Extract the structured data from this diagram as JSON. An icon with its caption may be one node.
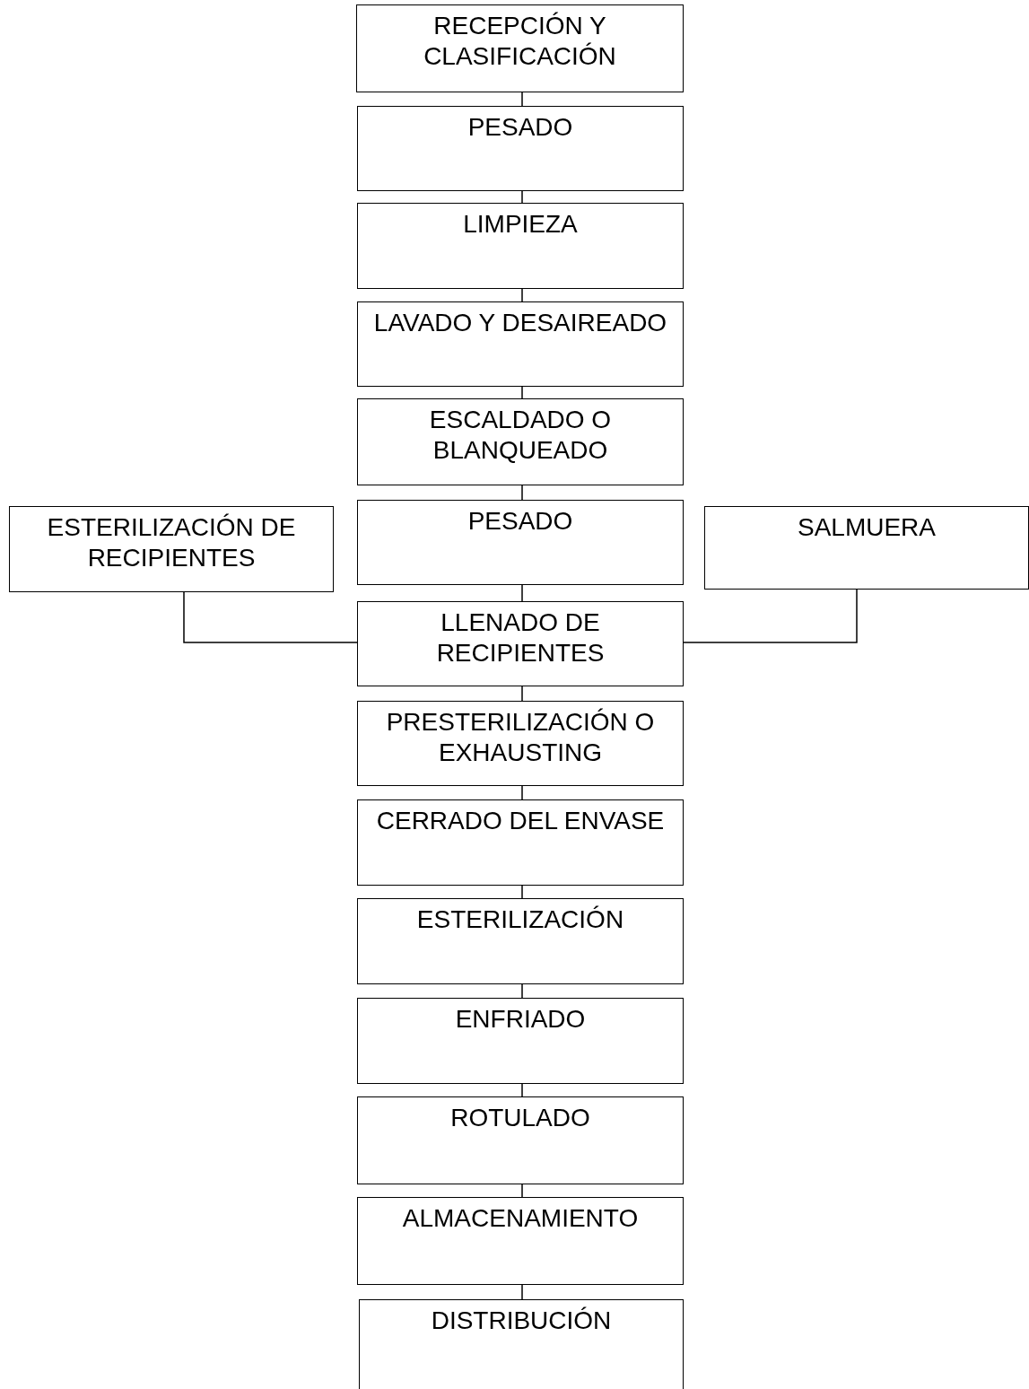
{
  "diagram": {
    "nodes": [
      {
        "text": [
          "RECEPCIÓN Y CLASIFICACIÓN"
        ]
      },
      {
        "text": [
          "PESADO"
        ]
      },
      {
        "text": [
          "LIMPIEZA"
        ]
      },
      {
        "text": [
          "LAVADO Y DESAIREADO"
        ]
      },
      {
        "text": [
          "ESCALDADO O BLANQUEADO"
        ]
      },
      {
        "text": [
          "PESADO"
        ]
      },
      {
        "text": [
          "ESTERILIZACIÓN DE RECIPIENTES"
        ]
      },
      {
        "text": [
          "SALMUERA"
        ]
      },
      {
        "text": [
          "LLENADO DE RECIPIENTES"
        ]
      },
      {
        "text": [
          "PRESTERILIZACIÓN O EXHAUSTING"
        ]
      },
      {
        "text": [
          "CERRADO DEL ENVASE"
        ]
      },
      {
        "text": [
          "ESTERILIZACIÓN"
        ]
      },
      {
        "text": [
          "ENFRIADO"
        ]
      },
      {
        "text": [
          "ROTULADO"
        ]
      },
      {
        "text": [
          "ALMACENAMIENTO"
        ]
      },
      {
        "text": [
          "DISTRIBUCIÓN"
        ]
      }
    ],
    "edges": [
      {
        "from": 0,
        "to": 1,
        "arrow": "none"
      },
      {
        "from": 1,
        "to": 2,
        "arrow": "none"
      },
      {
        "from": 2,
        "to": 3,
        "arrow": "none"
      },
      {
        "from": 3,
        "to": 4,
        "arrow": "none"
      },
      {
        "from": 4,
        "to": 5,
        "arrow": "none"
      },
      {
        "from": 5,
        "to": 8,
        "arrow": "none"
      },
      {
        "from": 6,
        "to": 8,
        "arrow": "none"
      },
      {
        "from": 7,
        "to": 8,
        "arrow": "none"
      },
      {
        "from": 8,
        "to": 9,
        "arrow": "none"
      },
      {
        "from": 9,
        "to": 10,
        "arrow": "none"
      },
      {
        "from": 10,
        "to": 11,
        "arrow": "none"
      },
      {
        "from": 11,
        "to": 12,
        "arrow": "none"
      },
      {
        "from": 12,
        "to": 13,
        "arrow": "none"
      },
      {
        "from": 13,
        "to": 14,
        "arrow": "none"
      },
      {
        "from": 14,
        "to": 15,
        "arrow": "none"
      }
    ]
  }
}
